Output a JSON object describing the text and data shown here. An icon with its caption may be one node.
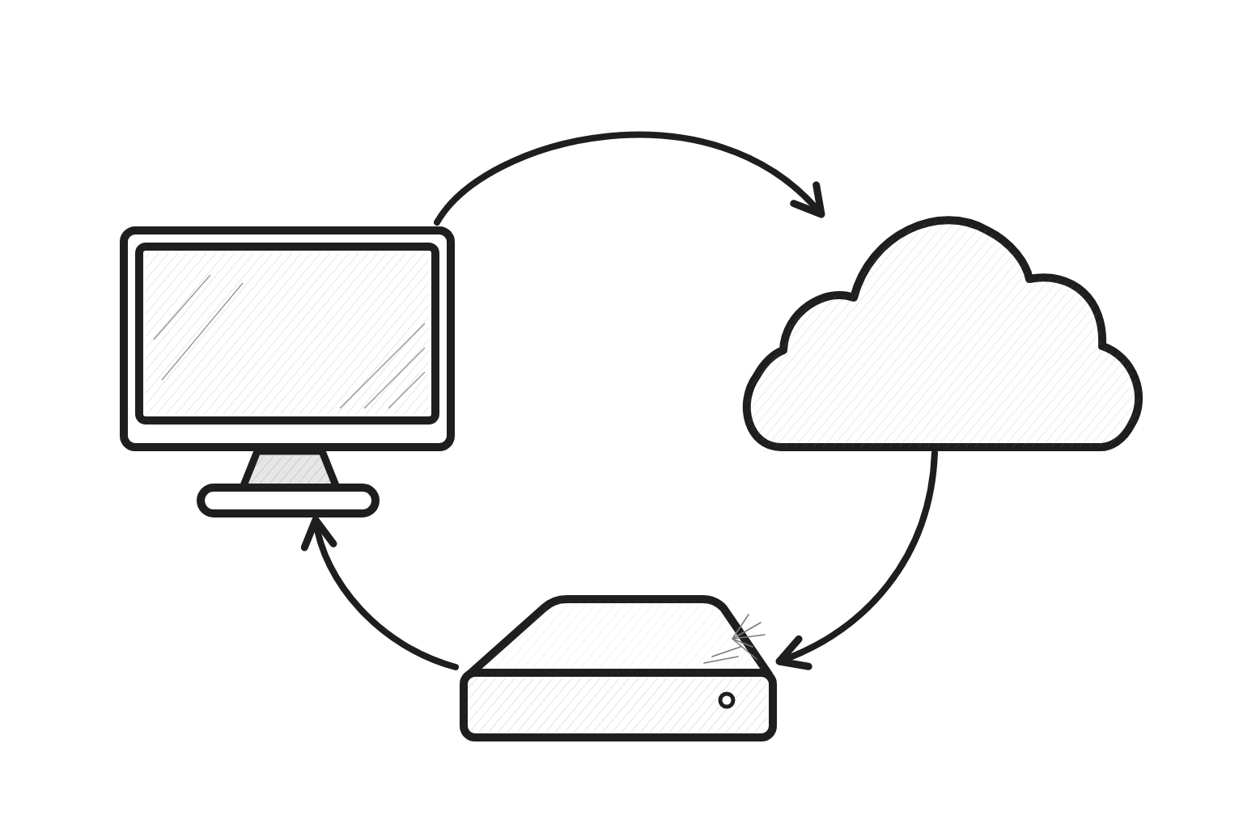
{
  "diagram": {
    "nodes": [
      {
        "text": [],
        "shape": "picture"
      },
      {
        "text": [],
        "shape": "cloud"
      },
      {
        "text": [],
        "shape": "picture"
      }
    ],
    "edges": [
      {
        "from": 0,
        "to": 1,
        "arrow": "to"
      },
      {
        "from": 1,
        "to": 2,
        "arrow": "to"
      },
      {
        "from": 2,
        "to": 0,
        "arrow": "to"
      }
    ]
  }
}
